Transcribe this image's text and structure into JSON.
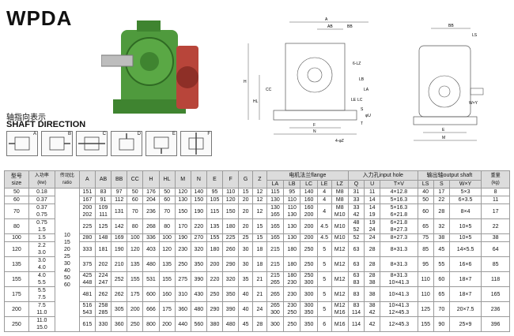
{
  "title": "WPDA",
  "shaft_direction": {
    "cn": "轴指向表示",
    "en": "SHAFT DIRECTION",
    "codes": [
      "A",
      "B",
      "C",
      "D",
      "E",
      "F"
    ]
  },
  "drawing_labels": {
    "front": [
      "A",
      "AB",
      "H",
      "HL",
      "CC",
      "BB",
      "6-LZ",
      "LB",
      "LA",
      "LE",
      "LC",
      "N",
      "F",
      "4-φZ",
      "S",
      "φU",
      "T"
    ],
    "side": [
      "BB",
      "LS",
      "M",
      "E",
      "W×Y"
    ]
  },
  "table": {
    "headers": {
      "size": [
        "型号",
        "size"
      ],
      "input_power": [
        "入功率",
        "(kw)"
      ],
      "ratio": [
        "传动比",
        "ratio"
      ],
      "dims": [
        "A",
        "AB",
        "BB",
        "CC",
        "H",
        "HL",
        "M",
        "N",
        "E",
        "F",
        "G",
        "Z"
      ],
      "flange_group": "电机法兰flange",
      "flange": [
        "LA",
        "LB",
        "LC",
        "LE",
        "LZ"
      ],
      "input_group": "入力孔input hole",
      "input": [
        "Q",
        "U",
        "T×V"
      ],
      "output_group": "输出轴output shaft",
      "output": [
        "LS",
        "S",
        "W×Y"
      ],
      "weight": [
        "重量",
        "(kg)"
      ]
    },
    "ratios": [
      "10",
      "15",
      "20",
      "25",
      "30",
      "40",
      "50",
      "60"
    ],
    "rows": [
      {
        "size": "50",
        "power": [
          "0.18"
        ],
        "A": "151",
        "AB": "83",
        "BB": "97",
        "CC": "50",
        "H": "176",
        "HL": "50",
        "M": "120",
        "N": "140",
        "E": "95",
        "F": "110",
        "G": "15",
        "Z": "12",
        "LA": [
          "115"
        ],
        "LB": [
          "95"
        ],
        "LC": [
          "140"
        ],
        "LE": [
          "4"
        ],
        "LZ": [
          "M8"
        ],
        "Q": [
          "31"
        ],
        "U": [
          "11"
        ],
        "TV": [
          "4×12.8"
        ],
        "LS": "40",
        "S": "17",
        "WY": "5×3",
        "kg": "8"
      },
      {
        "size": "60",
        "power": [
          "0.37"
        ],
        "A": "167",
        "AB": "91",
        "BB": "112",
        "CC": "60",
        "H": "204",
        "HL": "60",
        "M": "130",
        "N": "150",
        "E": "105",
        "F": "120",
        "G": "20",
        "Z": "12",
        "LA": [
          "130"
        ],
        "LB": [
          "110"
        ],
        "LC": [
          "160"
        ],
        "LE": [
          "4"
        ],
        "LZ": [
          "M8"
        ],
        "Q": [
          "33"
        ],
        "U": [
          "14"
        ],
        "TV": [
          "5×16.3"
        ],
        "LS": "50",
        "S": "22",
        "WY": "6×3.5",
        "kg": "11"
      },
      {
        "size": "70",
        "power": [
          "0.37",
          "0.75"
        ],
        "A": "200 / 202",
        "AB": "109 / 111",
        "BB": "131",
        "CC": "70",
        "H": "236",
        "HL": "70",
        "M": "150",
        "N": "190",
        "E": "115",
        "F": "150",
        "G": "20",
        "Z": "12",
        "LA": [
          "130",
          "165"
        ],
        "LB": [
          "110",
          "130"
        ],
        "LC": [
          "160",
          "200"
        ],
        "LE": [
          "4"
        ],
        "LZ": [
          "M8",
          "M10"
        ],
        "Q": [
          "33",
          "42"
        ],
        "U": [
          "14",
          "19"
        ],
        "TV": [
          "5×16.3",
          "6×21.8"
        ],
        "LS": "60",
        "S": "28",
        "WY": "8×4",
        "kg": "17"
      },
      {
        "size": "80",
        "power": [
          "0.75",
          "1.5"
        ],
        "A": "225",
        "AB": "125",
        "BB": "142",
        "CC": "80",
        "H": "268",
        "HL": "80",
        "M": "170",
        "N": "220",
        "E": "135",
        "F": "180",
        "G": "20",
        "Z": "15",
        "LA": [
          "165"
        ],
        "LB": [
          "130"
        ],
        "LC": [
          "200"
        ],
        "LE": [
          "4.5"
        ],
        "LZ": [
          "M10"
        ],
        "Q": [
          "48",
          "52"
        ],
        "U": [
          "19",
          "24"
        ],
        "TV": [
          "6×21.8",
          "8×27.3"
        ],
        "LS": "65",
        "S": "32",
        "WY": "10×5",
        "kg": "22"
      },
      {
        "size": "100",
        "power": [
          "1.5"
        ],
        "A": "280",
        "AB": "148",
        "BB": "169",
        "CC": "100",
        "H": "336",
        "HL": "100",
        "M": "190",
        "N": "270",
        "E": "155",
        "F": "225",
        "G": "25",
        "Z": "15",
        "LA": [
          "165"
        ],
        "LB": [
          "130"
        ],
        "LC": [
          "200"
        ],
        "LE": [
          "4.5"
        ],
        "LZ": [
          "M10"
        ],
        "Q": [
          "52"
        ],
        "U": [
          "24"
        ],
        "TV": [
          "8×27.3"
        ],
        "LS": "75",
        "S": "38",
        "WY": "10×5",
        "kg": "38"
      },
      {
        "size": "120",
        "power": [
          "2.2",
          "3.0"
        ],
        "A": "333",
        "AB": "181",
        "BB": "190",
        "CC": "120",
        "H": "403",
        "HL": "120",
        "M": "230",
        "N": "320",
        "E": "180",
        "F": "260",
        "G": "30",
        "Z": "18",
        "LA": [
          "215"
        ],
        "LB": [
          "180"
        ],
        "LC": [
          "250"
        ],
        "LE": [
          "5"
        ],
        "LZ": [
          "M12"
        ],
        "Q": [
          "63"
        ],
        "U": [
          "28"
        ],
        "TV": [
          "8×31.3"
        ],
        "LS": "85",
        "S": "45",
        "WY": "14×5.5",
        "kg": "64"
      },
      {
        "size": "135",
        "power": [
          "3.0",
          "4.0"
        ],
        "A": "375",
        "AB": "202",
        "BB": "210",
        "CC": "135",
        "H": "480",
        "HL": "135",
        "M": "250",
        "N": "350",
        "E": "200",
        "F": "290",
        "G": "30",
        "Z": "18",
        "LA": [
          "215"
        ],
        "LB": [
          "180"
        ],
        "LC": [
          "250"
        ],
        "LE": [
          "5"
        ],
        "LZ": [
          "M12"
        ],
        "Q": [
          "63"
        ],
        "U": [
          "28"
        ],
        "TV": [
          "8×31.3"
        ],
        "LS": "95",
        "S": "55",
        "WY": "16×6",
        "kg": "85"
      },
      {
        "size": "155",
        "power": [
          "4.0",
          "5.5"
        ],
        "A": "425 / 448",
        "AB": "224 / 247",
        "BB": "252",
        "CC": "155",
        "H": "531",
        "HL": "155",
        "M": "275",
        "N": "390",
        "E": "220",
        "F": "320",
        "G": "35",
        "Z": "21",
        "LA": [
          "215",
          "265"
        ],
        "LB": [
          "180",
          "230"
        ],
        "LC": [
          "250",
          "300"
        ],
        "LE": [
          "5"
        ],
        "LZ": [
          "M12"
        ],
        "Q": [
          "63",
          "83"
        ],
        "U": [
          "28",
          "38"
        ],
        "TV": [
          "8×31.3",
          "10×41.3"
        ],
        "LS": "110",
        "S": "60",
        "WY": "18×7",
        "kg": "118"
      },
      {
        "size": "175",
        "power": [
          "5.5",
          "7.5"
        ],
        "A": "481",
        "AB": "262",
        "BB": "262",
        "CC": "175",
        "H": "600",
        "HL": "160",
        "M": "310",
        "N": "430",
        "E": "250",
        "F": "350",
        "G": "40",
        "Z": "21",
        "LA": [
          "265"
        ],
        "LB": [
          "230"
        ],
        "LC": [
          "300"
        ],
        "LE": [
          "5"
        ],
        "LZ": [
          "M12"
        ],
        "Q": [
          "83"
        ],
        "U": [
          "38"
        ],
        "TV": [
          "10×41.3"
        ],
        "LS": "110",
        "S": "65",
        "WY": "18×7",
        "kg": "165"
      },
      {
        "size": "200",
        "power": [
          "7.5",
          "11.0"
        ],
        "A": "516 / 543",
        "AB": "258 / 285",
        "BB": "305",
        "CC": "200",
        "H": "666",
        "HL": "175",
        "M": "360",
        "N": "480",
        "E": "290",
        "F": "390",
        "G": "40",
        "Z": "24",
        "LA": [
          "265",
          "300"
        ],
        "LB": [
          "230",
          "250"
        ],
        "LC": [
          "300",
          "350"
        ],
        "LE": [
          "5"
        ],
        "LZ": [
          "M12",
          "M16"
        ],
        "Q": [
          "83",
          "114"
        ],
        "U": [
          "38",
          "42"
        ],
        "TV": [
          "10×41.3",
          "12×45.3"
        ],
        "LS": "125",
        "S": "70",
        "WY": "20×7.5",
        "kg": "236"
      },
      {
        "size": "250",
        "power": [
          "11.0",
          "15.0"
        ],
        "A": "615",
        "AB": "330",
        "BB": "360",
        "CC": "250",
        "H": "800",
        "HL": "200",
        "M": "440",
        "N": "560",
        "E": "380",
        "F": "480",
        "G": "45",
        "Z": "28",
        "LA": [
          "300"
        ],
        "LB": [
          "250"
        ],
        "LC": [
          "350"
        ],
        "LE": [
          "6"
        ],
        "LZ": [
          "M16"
        ],
        "Q": [
          "114"
        ],
        "U": [
          "42"
        ],
        "TV": [
          "12×45.3"
        ],
        "LS": "155",
        "S": "90",
        "WY": "25×9",
        "kg": "396"
      }
    ]
  },
  "colors": {
    "photo_green": "#4f9a3d",
    "photo_red": "#b8453a",
    "header_gray": "#dcdcdc",
    "line": "#9a9a9a"
  }
}
